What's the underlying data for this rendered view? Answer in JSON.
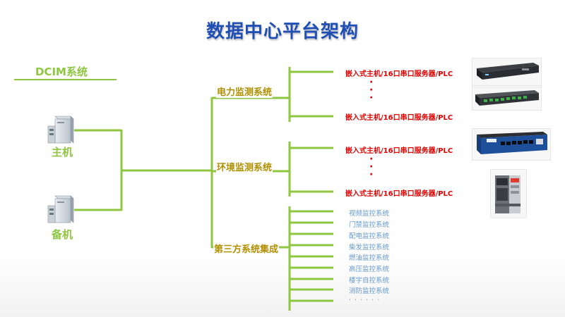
{
  "title": "数据中心平台架构",
  "dcim_label": "DCIM系统",
  "hosts": {
    "main": "主机",
    "backup": "备机"
  },
  "systems": {
    "power": "电力监测系统",
    "environment": "环境监测系统",
    "third_party": "第三方系统集成"
  },
  "devices": {
    "power_1": "嵌入式主机/16口串口服务器/PLC",
    "power_2": "嵌入式主机/16口串口服务器/PLC",
    "env_1": "嵌入式主机/16口串口服务器/PLC",
    "env_2": "嵌入式主机/16口串口服务器/PLC"
  },
  "third_party_items": [
    "视频监控系统",
    "门禁监控系统",
    "配电监控系统",
    "柴发监控系统",
    "燃油监控系统",
    "高压监控系统",
    "楼宇自控系统",
    "消防监控系统"
  ],
  "third_party_more": "· · · · · ·",
  "colors": {
    "line": "#8ec63f",
    "title": "#1f4fb4",
    "system_label": "#b08f00",
    "device_label": "#e00000",
    "third_party_label": "#6699cc"
  }
}
